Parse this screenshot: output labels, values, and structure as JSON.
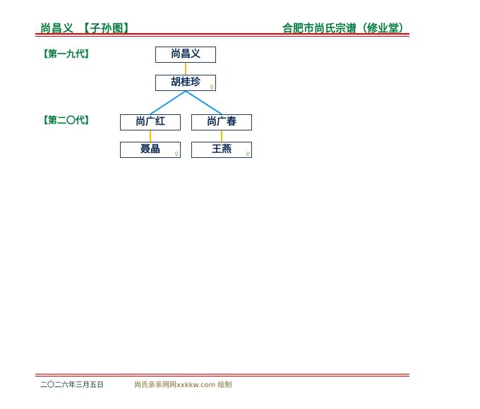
{
  "header": {
    "title": "尚昌义 【子孙图】",
    "right": "合肥市尚氏宗谱（修业堂）"
  },
  "generations": [
    {
      "label": "【第一九代】"
    },
    {
      "label": "【第二〇代】"
    }
  ],
  "tree": {
    "root": {
      "name": "尚昌义"
    },
    "root_spouse": {
      "name": "胡桂珍",
      "symbol": "♀"
    },
    "children": [
      {
        "name": "尚广红",
        "spouse": "聂晶",
        "symbol": "♀"
      },
      {
        "name": "尚广春",
        "spouse": "王燕",
        "symbol": "♀"
      }
    ]
  },
  "footer": {
    "date": "二〇二六年三月五日",
    "credit": "尚氏亲亲网网xxkkw.com 绘制"
  },
  "colors": {
    "green": "#007a3d",
    "red": "#ee0000",
    "navy": "#0d2a55",
    "spouse_link": "#f5c000",
    "child_link": "#1e9be8"
  }
}
